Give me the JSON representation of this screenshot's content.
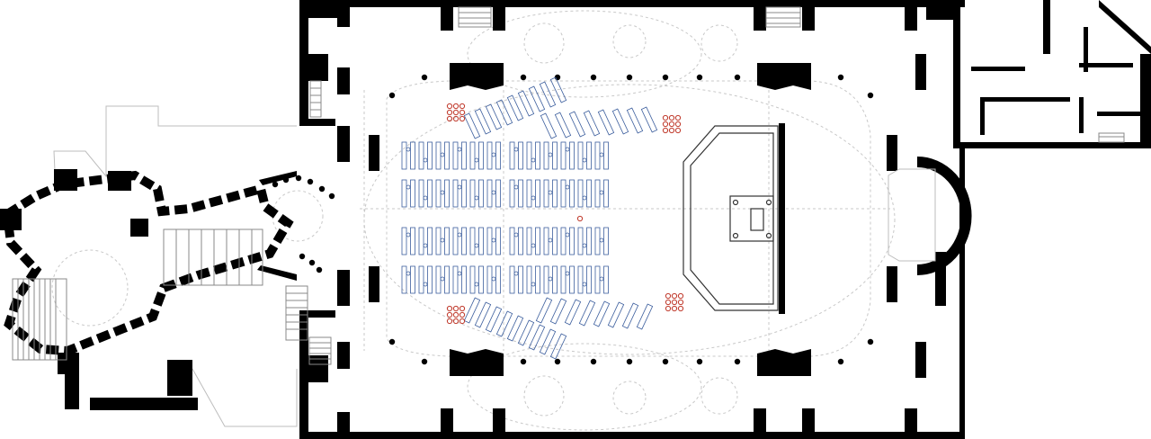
{
  "image_type": "architectural floor plan",
  "colors": {
    "background": "#ffffff",
    "walls": "#000000",
    "outline": "#bdbdbd",
    "guides": "#c8c8c8",
    "seating": "#3d5f9e",
    "accent_seating": "#c0392b"
  },
  "seating_groups": {
    "rows": 4,
    "blocks_per_row": 2,
    "benches_per_block": 12,
    "red_clusters": 4
  },
  "columns_count": 28
}
